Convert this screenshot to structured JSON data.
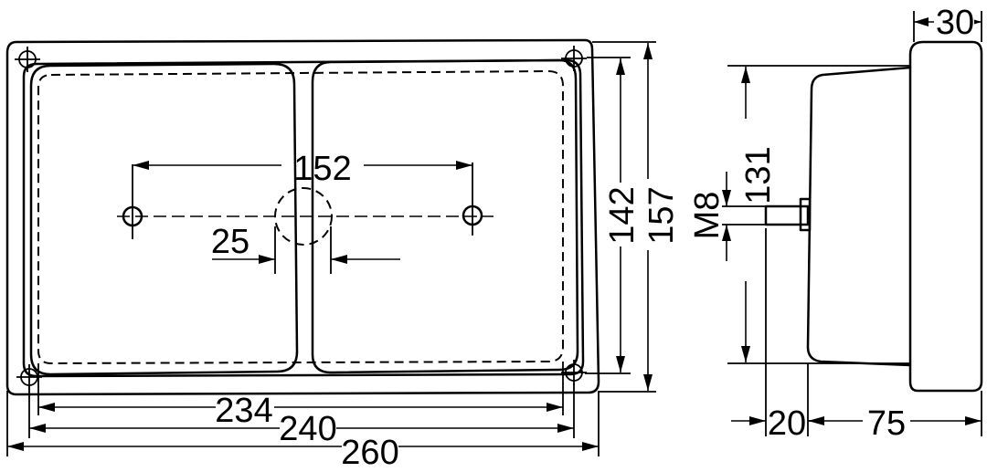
{
  "dimensions": {
    "d152": "152",
    "d25": "25",
    "d142": "142",
    "d157": "157",
    "dM8": "M8",
    "d131": "131",
    "d30": "30",
    "d234": "234",
    "d240": "240",
    "d260": "260",
    "d20": "20",
    "d75": "75"
  }
}
